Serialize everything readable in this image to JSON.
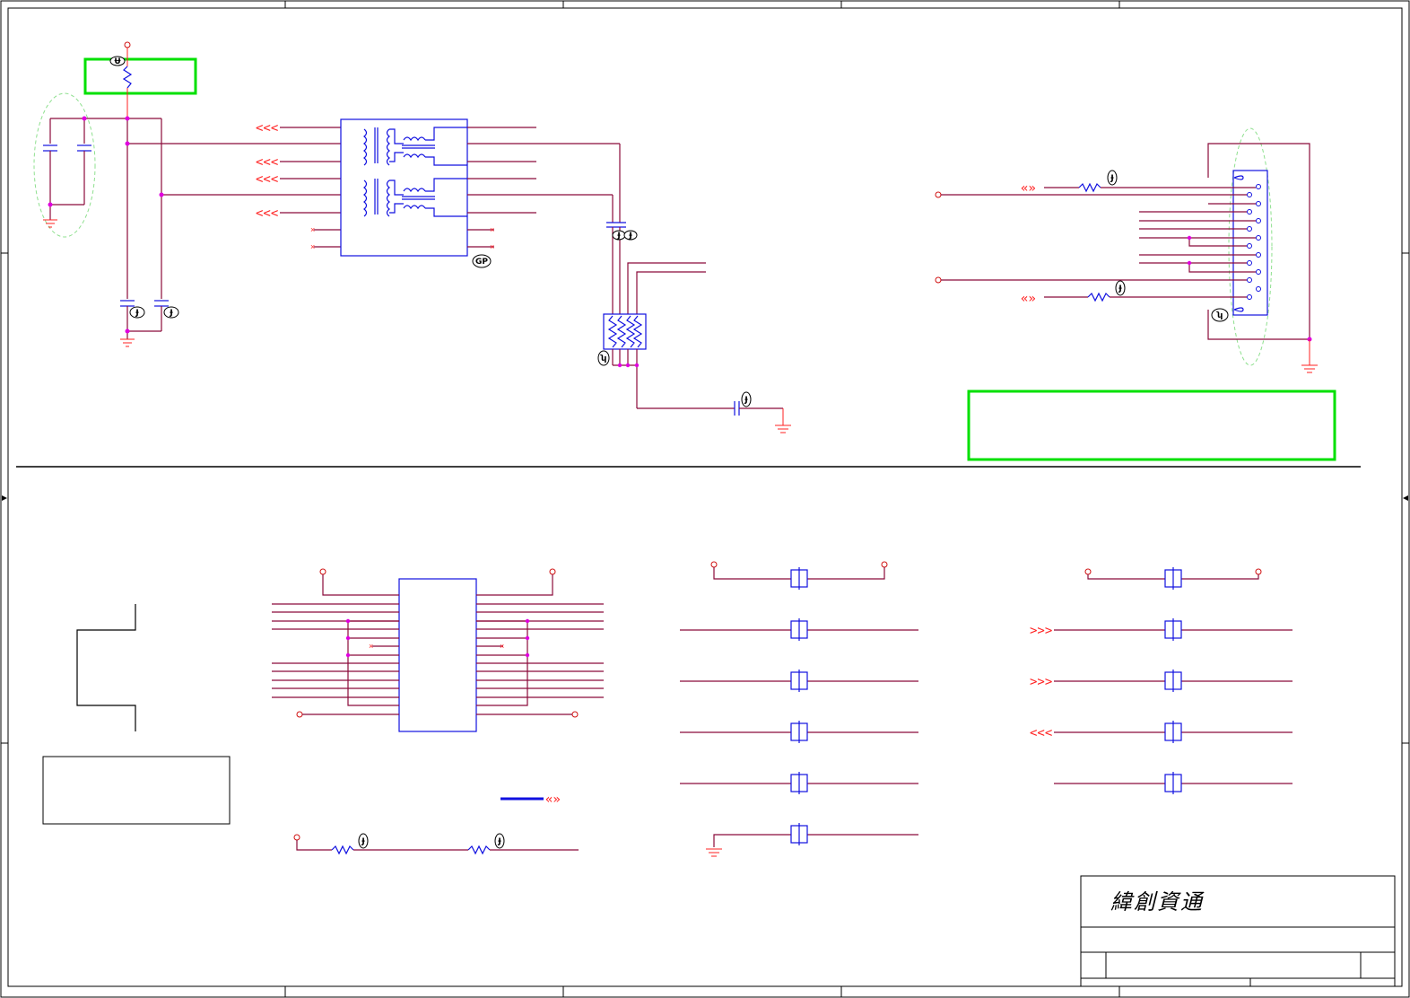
{
  "title_block": {
    "company": "緯創資通"
  },
  "ref_tags": {
    "r_top": "Ʉ",
    "c_left1": "Ɉ",
    "c_left2": "Ɉ",
    "xfmr": "GP",
    "c_mid1": "Ɉ",
    "c_mid2": "Ɉ",
    "rn": "ʮ",
    "c_gnd": "Ɉ",
    "r_conn1": "Ɉ",
    "r_conn2": "Ɉ",
    "conn": "ʮ",
    "r_bot1": "Ɉ",
    "r_bot2": "Ɉ"
  },
  "colors": {
    "wire": "#8b0a3a",
    "net": "#ff2020",
    "part": "#1010e0",
    "highlight": "#00e000",
    "junction": "#e000e0"
  }
}
